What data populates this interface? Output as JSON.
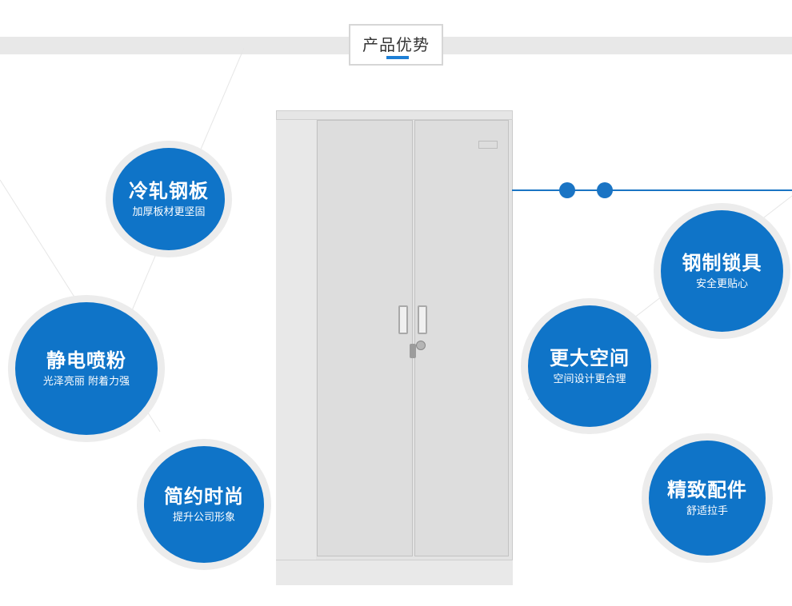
{
  "header": {
    "title": "产品优势"
  },
  "features": [
    {
      "title": "冷轧钢板",
      "subtitle": "加厚板材更坚固"
    },
    {
      "title": "静电喷粉",
      "subtitle": "光泽亮丽 附着力强"
    },
    {
      "title": "简约时尚",
      "subtitle": "提升公司形象"
    },
    {
      "title": "钢制锁具",
      "subtitle": "安全更贴心"
    },
    {
      "title": "更大空间",
      "subtitle": "空间设计更合理"
    },
    {
      "title": "精致配件",
      "subtitle": "舒适拉手"
    }
  ],
  "colors": {
    "accent": "#0f74c8",
    "ring": "#ececec",
    "band": "#e8e8e8"
  }
}
